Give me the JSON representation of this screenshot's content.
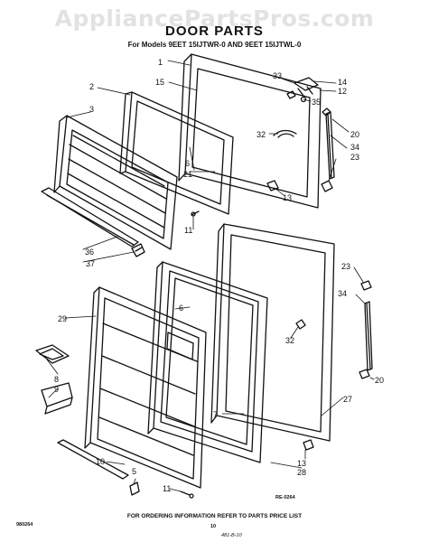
{
  "watermark": "AppliancePartsPros.com",
  "header": {
    "title": "DOOR PARTS",
    "subtitle": "For Models 9EET 15IJTWR-0 AND 9EET 15IJTWL-0"
  },
  "footer": {
    "note": "FOR ORDERING INFORMATION REFER TO PARTS PRICE LIST",
    "diagram_code": "RE-0264",
    "left_code": "980264",
    "page": "10",
    "scribble": "481-B-10"
  },
  "callouts": [
    {
      "id": "1",
      "label": "1"
    },
    {
      "id": "2",
      "label": "2"
    },
    {
      "id": "3",
      "label": "3"
    },
    {
      "id": "15",
      "label": "15"
    },
    {
      "id": "33",
      "label": "33"
    },
    {
      "id": "14",
      "label": "14"
    },
    {
      "id": "12",
      "label": "12"
    },
    {
      "id": "35",
      "label": "35"
    },
    {
      "id": "32a",
      "label": "32"
    },
    {
      "id": "20a",
      "label": "20"
    },
    {
      "id": "34a",
      "label": "34"
    },
    {
      "id": "23a",
      "label": "23"
    },
    {
      "id": "6a",
      "label": "6"
    },
    {
      "id": "21",
      "label": "21"
    },
    {
      "id": "13a",
      "label": "13"
    },
    {
      "id": "11a",
      "label": "11"
    },
    {
      "id": "36",
      "label": "36"
    },
    {
      "id": "37",
      "label": "37"
    },
    {
      "id": "23b",
      "label": "23"
    },
    {
      "id": "34b",
      "label": "34"
    },
    {
      "id": "6b",
      "label": "6"
    },
    {
      "id": "29",
      "label": "29"
    },
    {
      "id": "32b",
      "label": "32"
    },
    {
      "id": "20b",
      "label": "20"
    },
    {
      "id": "8",
      "label": "8"
    },
    {
      "id": "9",
      "label": "9"
    },
    {
      "id": "27",
      "label": "27"
    },
    {
      "id": "7",
      "label": "7"
    },
    {
      "id": "10",
      "label": "10"
    },
    {
      "id": "5",
      "label": "5"
    },
    {
      "id": "13b",
      "label": "13"
    },
    {
      "id": "28",
      "label": "28"
    },
    {
      "id": "11b",
      "label": "11"
    }
  ]
}
